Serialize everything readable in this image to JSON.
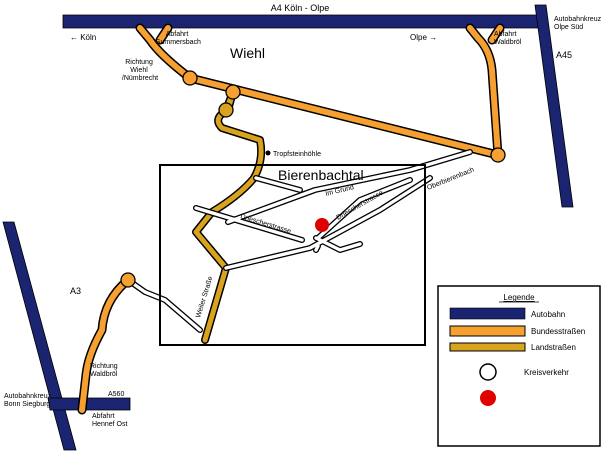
{
  "map": {
    "motorway_top": "A4 Köln - Olpe",
    "arrow_left": "←  Köln",
    "arrow_right": "Olpe  →",
    "exit_gummersbach": [
      "Abfahrt",
      "Gummersbach"
    ],
    "richtung_wiehl": [
      "Richtung",
      "Wiehl",
      "/Nümbrecht"
    ],
    "town_wiehl": "Wiehl",
    "exit_waldbroel_top": [
      "Abfahrt",
      "Waldbröl"
    ],
    "kreuz_olpe": [
      "Autobahnkreuz",
      "Olpe Süd"
    ],
    "motorway_a45": "A45",
    "tropfsteinhoehle": "Tropfsteinhöhle",
    "town_bierenbachtal": "Bierenbachtal",
    "street_im_grund": "Im Grund",
    "street_oberbierenbach": "Oberbierenbach",
    "street_driescher_1": "Driescherstrasse",
    "street_driescher_2": "Driescherstrasse",
    "street_weiler": "Weiler Straße",
    "motorway_a3": "A3",
    "richtung_waldbroel": [
      "Richtung",
      "Waldbröl"
    ],
    "motorway_a560": "A560",
    "kreuz_bonn": [
      "Autobahnkreuz",
      "Bonn Siegburg"
    ],
    "exit_hennef": [
      "Abfahrt",
      "Hennef Ost"
    ]
  },
  "legend": {
    "title": "Legende",
    "items": [
      {
        "label": "Autobahn",
        "color": "#1a237e"
      },
      {
        "label": "Bundesstraßen",
        "color": "#f5a030"
      },
      {
        "label": "Landstraßen",
        "color": "#d4a020"
      },
      {
        "label": "Kreisverkehr",
        "symbol": "circle-outline"
      },
      {
        "label": "",
        "symbol": "red-dot",
        "color": "#e00000"
      }
    ]
  }
}
